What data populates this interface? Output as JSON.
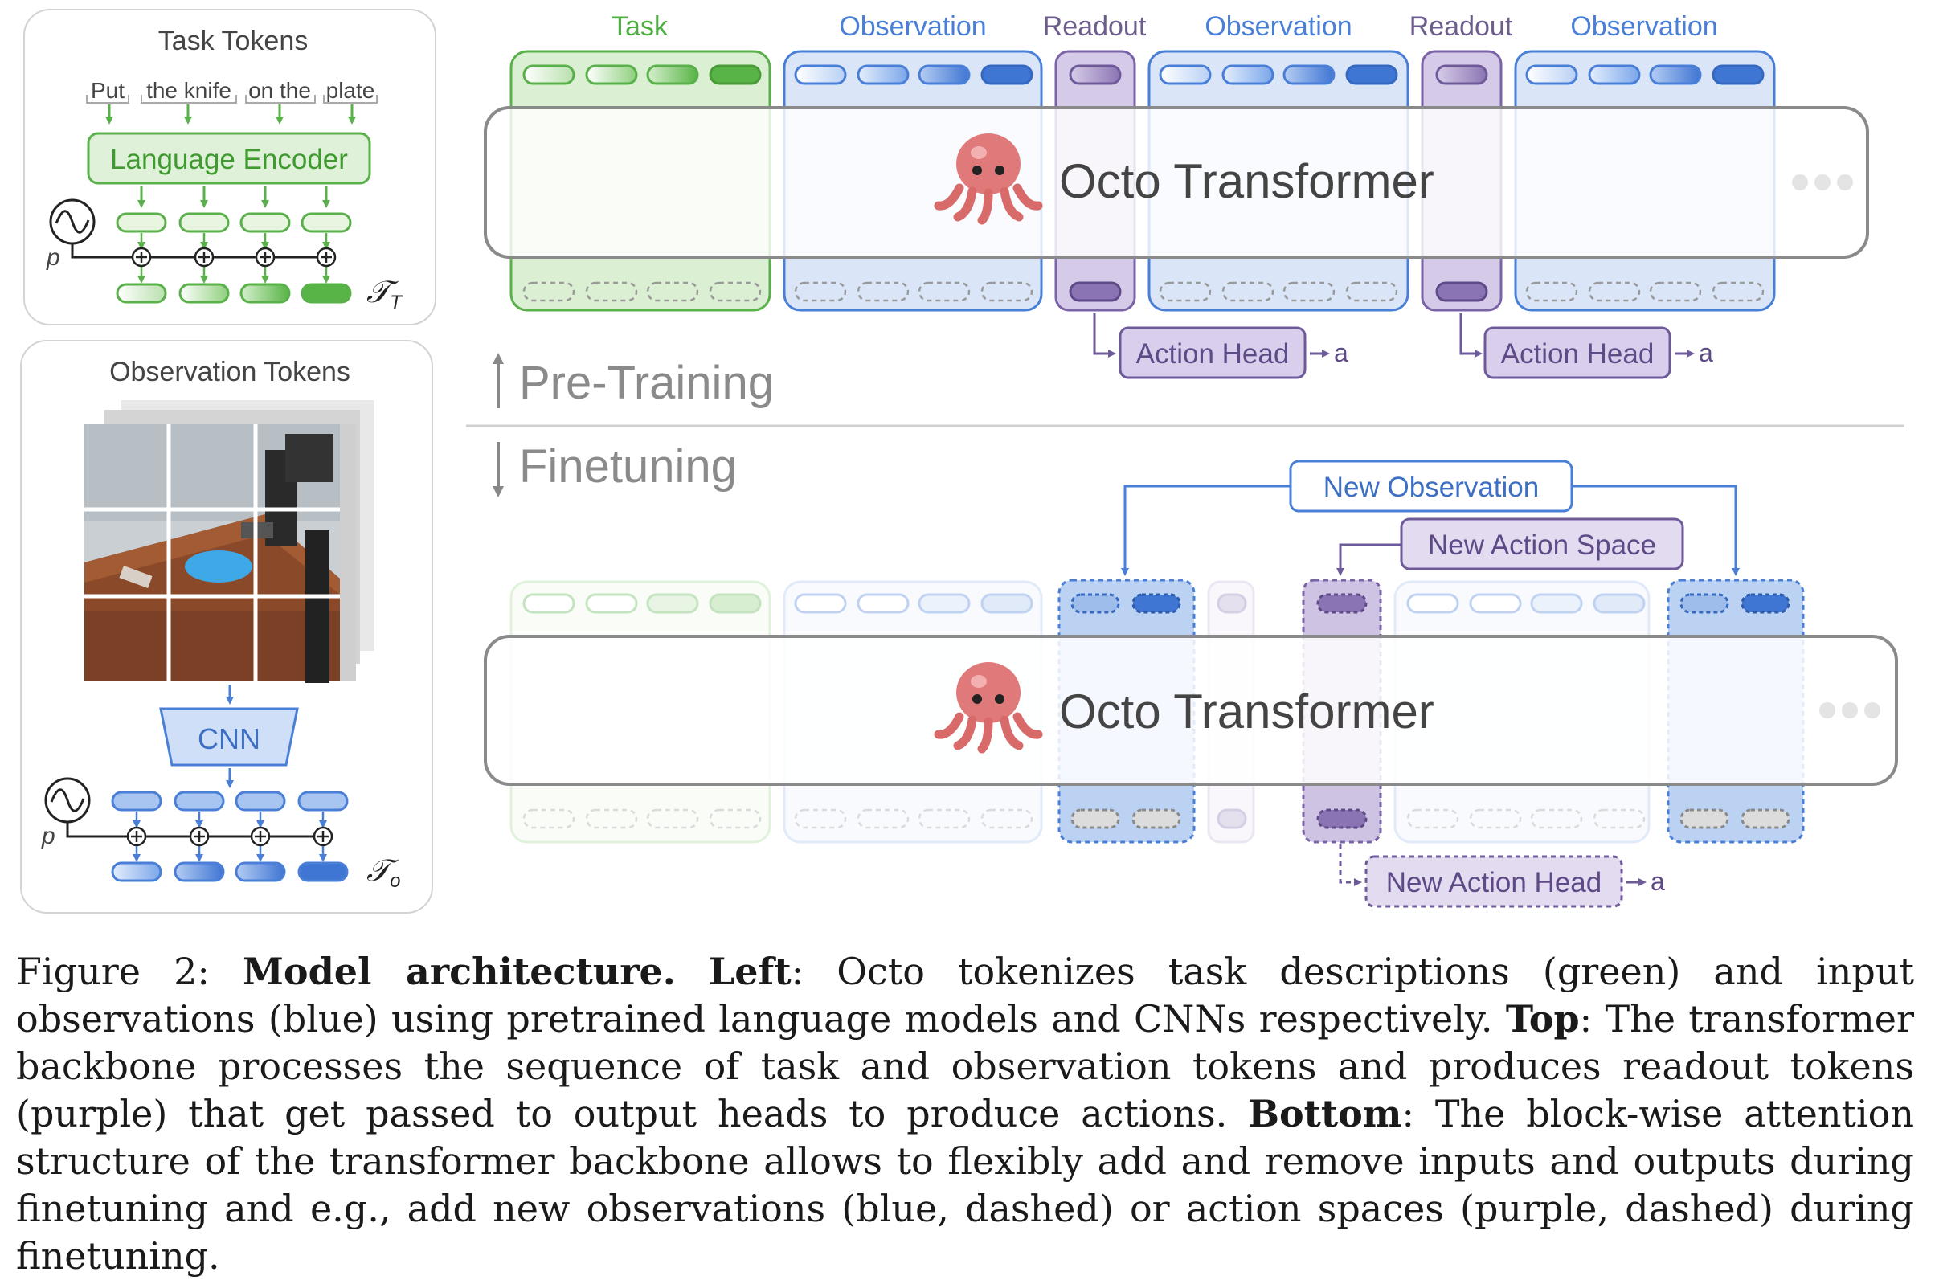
{
  "left_panel": {
    "task_tokens": {
      "title": "Task Tokens",
      "words": [
        "Put",
        "the knife",
        "on the",
        "plate"
      ],
      "encoder": "Language Encoder",
      "pos_label": "p",
      "token_symbol": "𝒯",
      "token_subscript": "T"
    },
    "observation_tokens": {
      "title": "Observation Tokens",
      "photo_description": "camera view of a robot arm over a wooden table with a blue plate, divided into a 3x3 grid of patches",
      "encoder": "CNN",
      "pos_label": "p",
      "token_symbol": "𝒯",
      "token_subscript": "o"
    }
  },
  "top_section": {
    "column_labels": [
      {
        "text": "Task",
        "kind": "task"
      },
      {
        "text": "Observation",
        "kind": "obs"
      },
      {
        "text": "Readout",
        "kind": "readout"
      },
      {
        "text": "Observation",
        "kind": "obs"
      },
      {
        "text": "Readout",
        "kind": "readout"
      },
      {
        "text": "Observation",
        "kind": "obs"
      }
    ],
    "transformer_label": "Octo Transformer",
    "action_heads": [
      {
        "label": "Action Head",
        "output": "a"
      },
      {
        "label": "Action Head",
        "output": "a"
      }
    ],
    "phase_label": "Pre-Training"
  },
  "bottom_section": {
    "phase_label": "Finetuning",
    "new_observation": "New Observation",
    "new_action_space": "New Action Space",
    "transformer_label": "Octo Transformer",
    "new_action_head": {
      "label": "New Action Head",
      "output": "a"
    }
  },
  "colors": {
    "task": "#4caf3f",
    "observation": "#4a7fd8",
    "readout": "#8a74b3",
    "gray": "#8a8a8a"
  },
  "caption": {
    "figure_label": "Figure 2:",
    "title": "Model architecture.",
    "left_label": "Left",
    "left_text": ": Octo tokenizes task descriptions (green) and input observations (blue) using pretrained language models and CNNs respectively.",
    "top_label": "Top",
    "top_text": ": The transformer backbone processes the sequence of task and observation tokens and produces readout tokens (purple) that get passed to output heads to produce actions.",
    "bottom_label": "Bottom",
    "bottom_text": ": The block-wise attention structure of the transformer backbone allows to flexibly add and remove inputs and outputs during finetuning and e.g., add new observations (blue, dashed) or action spaces (purple, dashed) during finetuning."
  }
}
